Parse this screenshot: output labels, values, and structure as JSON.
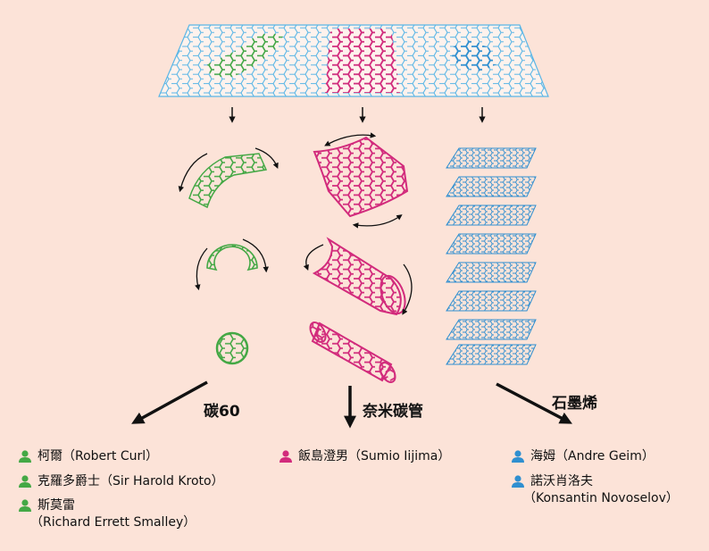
{
  "colors": {
    "background": "#fce3d8",
    "sheet": "#5ab6e6",
    "green": "#44a845",
    "magenta": "#d22b7c",
    "blue": "#2f8fd0",
    "arrow": "#111111"
  },
  "labels": {
    "c60": "碳60",
    "nanotube": "奈米碳管",
    "graphite": "石墨烯"
  },
  "people": {
    "c60": [
      {
        "name": "柯爾（Robert Curl）",
        "icon": "person-icon",
        "color": "#44a845"
      },
      {
        "name": "克羅多爵士（Sir Harold Kroto）",
        "icon": "person-icon",
        "color": "#44a845"
      },
      {
        "name": "斯莫雷",
        "sub": "（Richard Errett Smalley）",
        "icon": "person-icon",
        "color": "#44a845"
      }
    ],
    "nanotube": [
      {
        "name": "飯島澄男（Sumio Iijima）",
        "icon": "person-icon",
        "color": "#d22b7c"
      }
    ],
    "graphene": [
      {
        "name": "海姆（Andre Geim）",
        "icon": "person-icon",
        "color": "#2f8fd0"
      },
      {
        "name": "諾沃肖洛夫",
        "sub": "（Konsantin Novoselov）",
        "icon": "person-icon",
        "color": "#2f8fd0"
      }
    ]
  }
}
